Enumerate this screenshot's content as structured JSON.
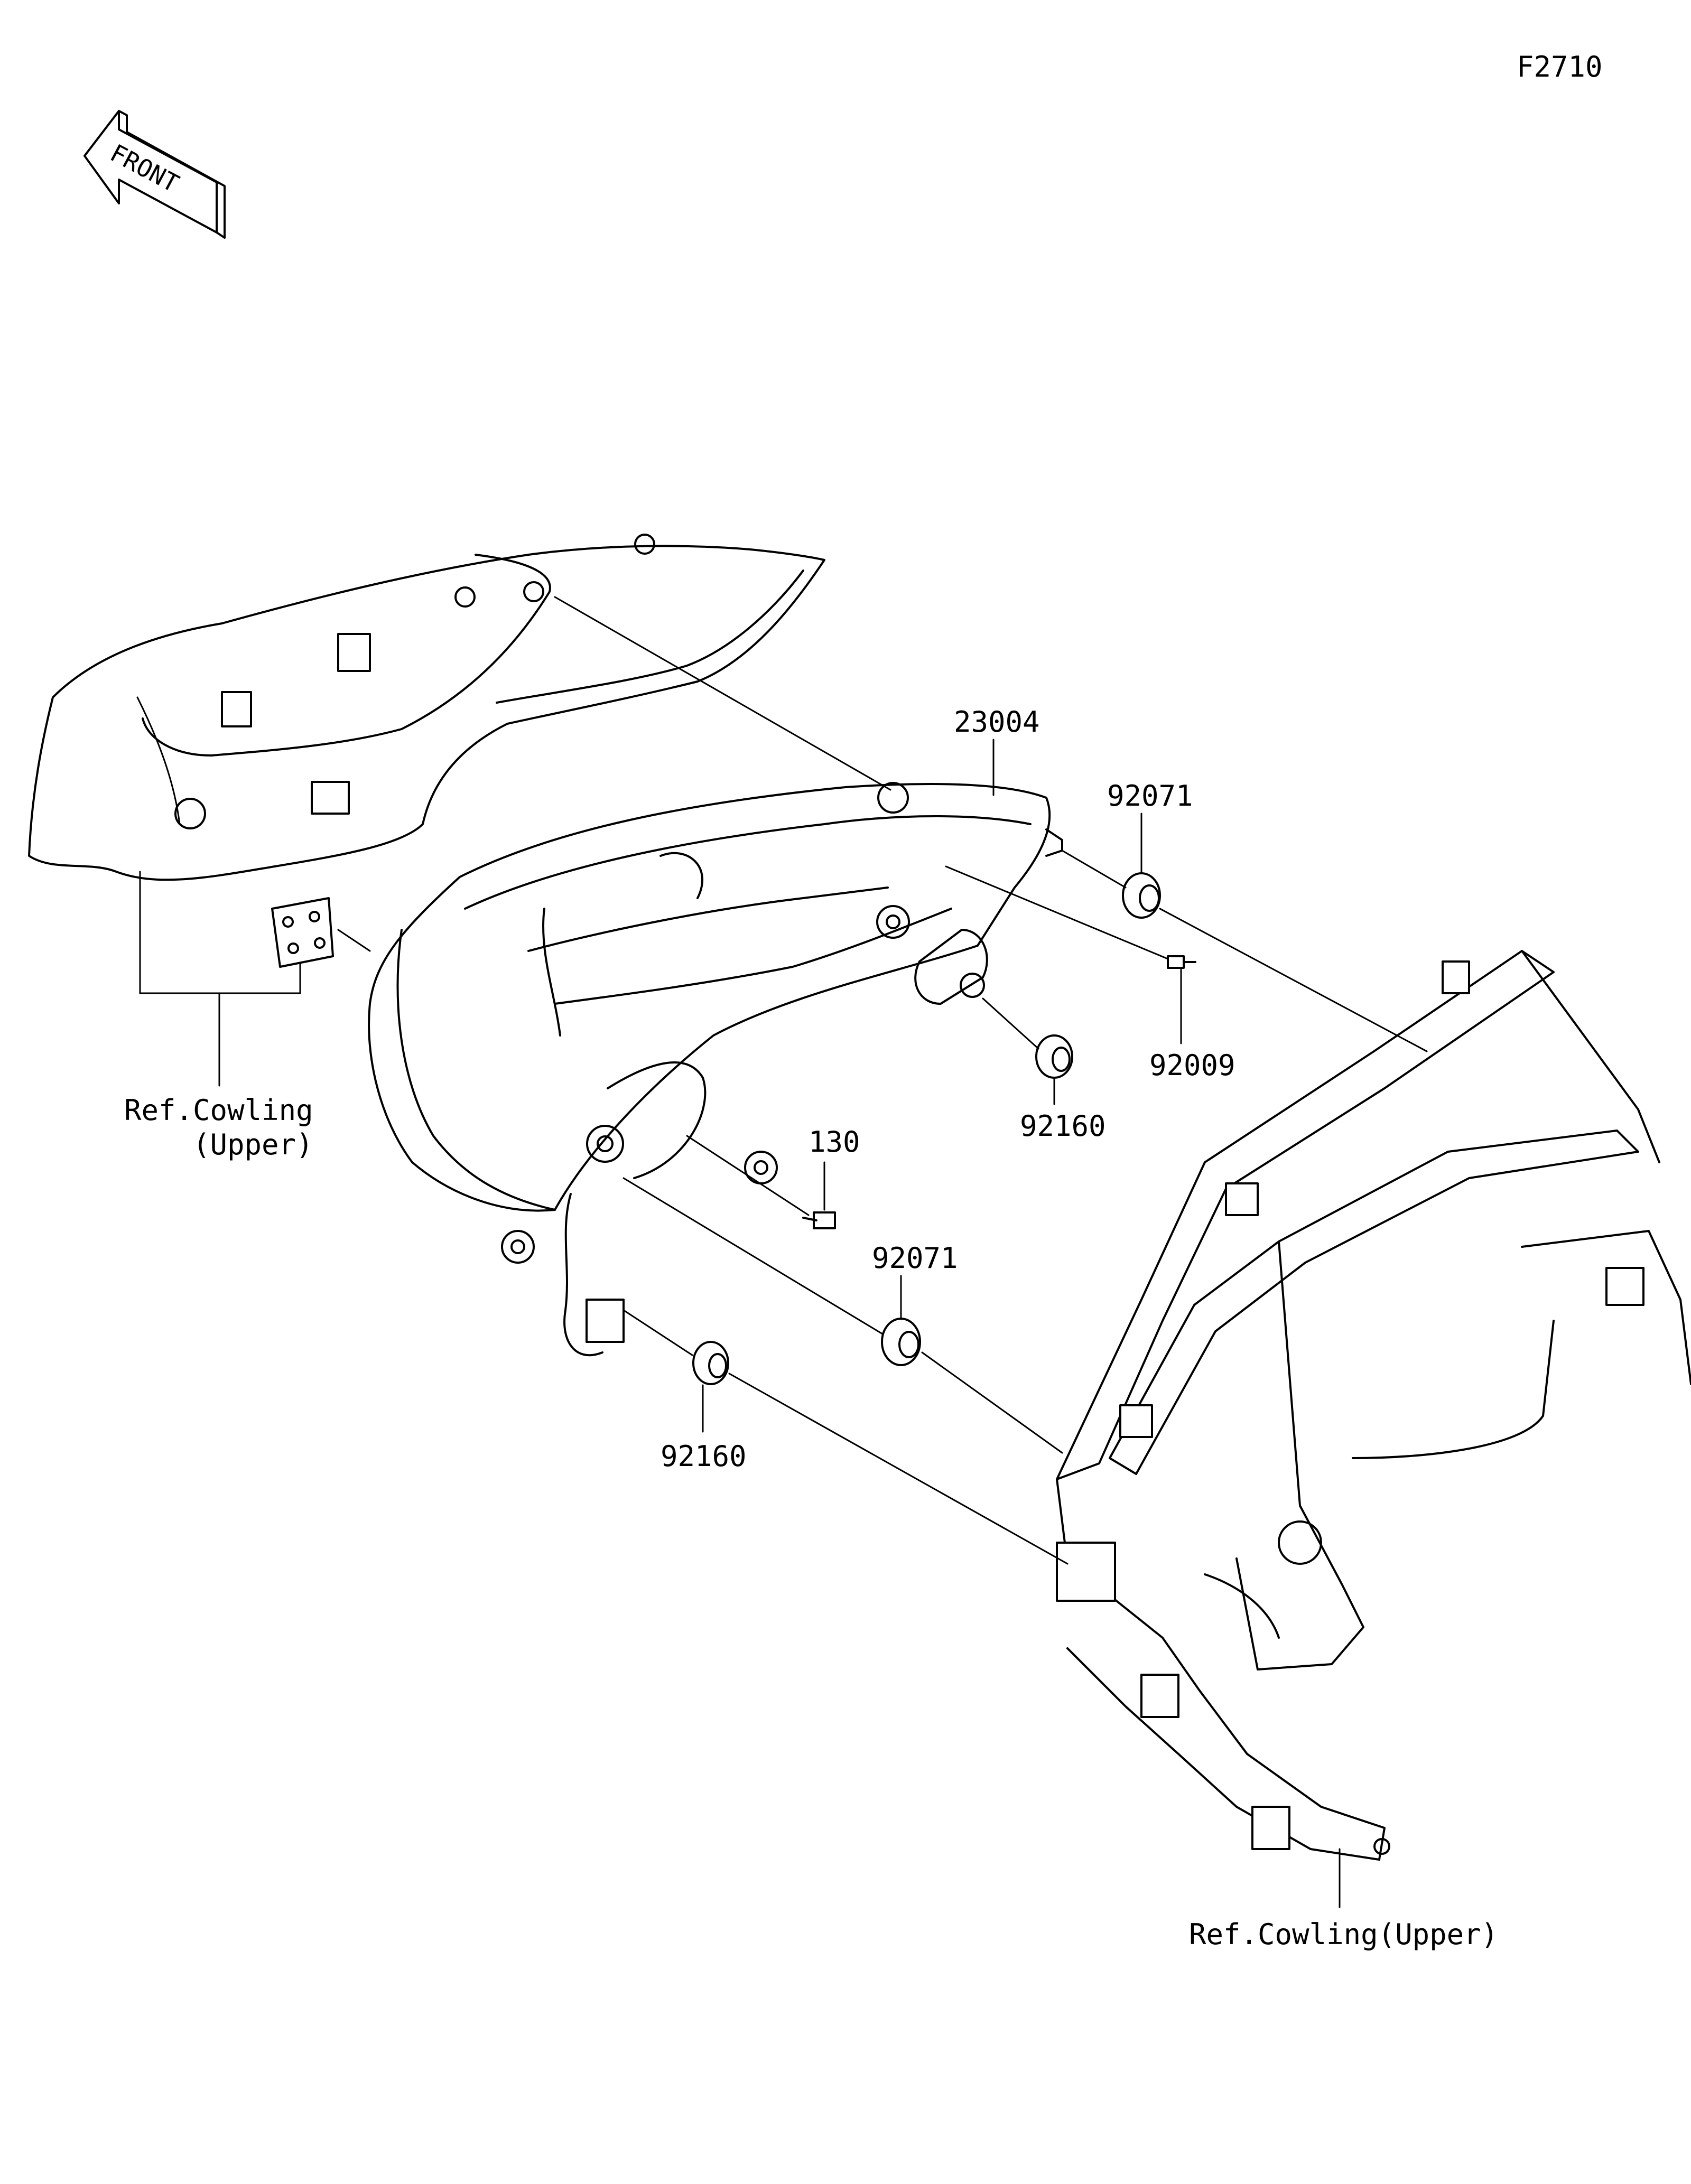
{
  "figure_code": "F2710",
  "front_arrow_label": "FRONT",
  "callouts": {
    "headlight": "23004",
    "grommet_upper": "92071",
    "screw": "92009",
    "grommet_side_upper": "92160",
    "bolt": "130",
    "grommet_lower": "92071",
    "grommet_side_lower": "92160"
  },
  "references": {
    "left_line1": "Ref.Cowling",
    "left_line2": "(Upper)",
    "bottom": "Ref.Cowling(Upper)"
  }
}
